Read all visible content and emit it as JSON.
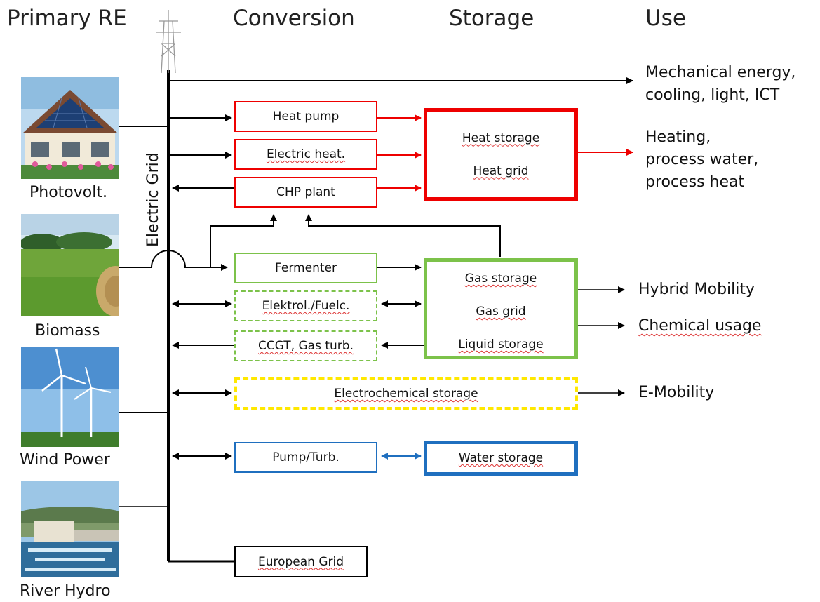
{
  "headers": {
    "primary": "Primary RE",
    "conversion": "Conversion",
    "storage": "Storage",
    "use": "Use"
  },
  "grid_label": "Electric Grid",
  "sources": [
    {
      "label": "Photovolt."
    },
    {
      "label": "Biomass"
    },
    {
      "label": "Wind Power"
    },
    {
      "label": "River Hydro"
    }
  ],
  "conversion": {
    "heat_pump": "Heat pump",
    "electric_heat": "Electric heat.",
    "chp_plant": "CHP plant",
    "fermenter": "Fermenter",
    "elektrol": "Elektrol./Fuelc.",
    "ccgt": "CCGT, Gas turb.",
    "electrochemical": "Electrochemical storage",
    "pump_turb": "Pump/Turb.",
    "european_grid": "European Grid"
  },
  "storage": {
    "heat_storage": "Heat storage",
    "heat_grid": "Heat grid",
    "gas_storage": "Gas storage",
    "gas_grid": "Gas grid",
    "liquid_storage": "Liquid storage",
    "water_storage": "Water storage"
  },
  "uses": {
    "mechanical_1": "Mechanical energy,",
    "mechanical_2": "cooling, light, ICT",
    "heating_1": "Heating,",
    "heating_2": "process water,",
    "heating_3": "process heat",
    "hybrid": "Hybrid Mobility",
    "chemical": "Chemical usage",
    "emobility": "E-Mobility"
  },
  "colors": {
    "heat": "#e00000",
    "gas": "#7cc24a",
    "electrochemical": "#ffe800",
    "water": "#1f6fbf",
    "grid": "#000000"
  }
}
